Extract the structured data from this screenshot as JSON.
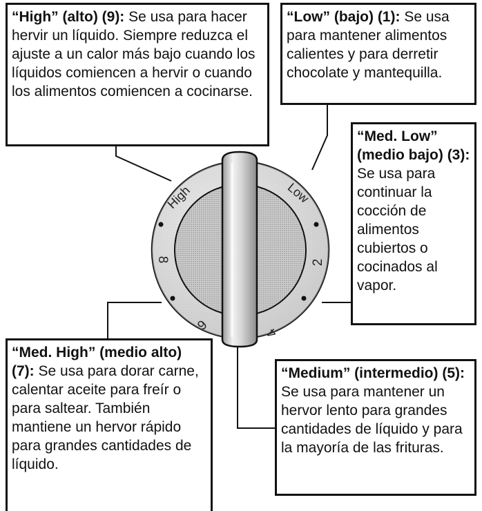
{
  "dial": {
    "labels": {
      "high": "High",
      "low": "Low",
      "n2": "2",
      "n4": "4",
      "n6": "6",
      "n8": "8"
    }
  },
  "callouts": {
    "high": {
      "title": "“High” (alto) (9):",
      "text": "Se usa para hacer hervir un líquido. Siempre reduzca el ajuste a un calor más bajo cuando los líquidos comiencen a hervir o cuando los alimentos comiencen a cocinarse."
    },
    "low": {
      "title": "“Low” (bajo) (1):",
      "text": "Se usa para mantener alimentos calientes y para derretir chocolate y mantequilla."
    },
    "med_low": {
      "title": "“Med. Low” (medio bajo)",
      "setting": "(3):",
      "text": "Se usa para continuar la cocción de alimentos cubiertos o cocinados al vapor."
    },
    "med_high": {
      "title": "“Med. High” (medio alto)",
      "setting": "(7):",
      "text": "Se usa para dorar carne, calentar aceite para freír o para saltear. También mantiene un hervor rápido para grandes cantidades de líquido."
    },
    "medium": {
      "title": "“Medium” (intermedio)",
      "setting": "(5):",
      "text": "Se usa para mantener un hervor lento para grandes cantidades de líquido y para la mayoría de las frituras."
    }
  }
}
